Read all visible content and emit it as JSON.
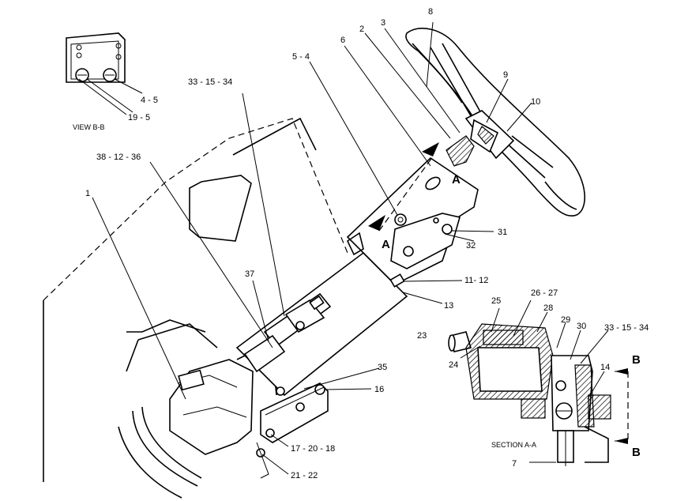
{
  "diagram": {
    "callouts": {
      "c8": "8",
      "c2": "2",
      "c3": "3",
      "c6": "6",
      "c5_4": "5 - 4",
      "c9": "9",
      "c10": "10",
      "c33_15_34_top": "33  - 15 - 34",
      "c4_5": "4 - 5",
      "c19_5": "19 - 5",
      "c38_12_36": "38  - 12 - 36",
      "c1": "1",
      "c31": "31",
      "c32": "32",
      "c11_12": "11- 12",
      "c13": "13",
      "c37": "37",
      "c35": "35",
      "c16": "16",
      "c17_20_18": "17 - 20 - 18",
      "c21_22": "21 - 22",
      "c25": "25",
      "c26_27": "26 - 27",
      "c28": "28",
      "c23": "23",
      "c24": "24",
      "c29": "29",
      "c30": "30",
      "c33_15_34_right": "33 - 15 - 34",
      "c14": "14",
      "c7": "7"
    },
    "view_bb_label": "VIEW  B-B",
    "section_aa_label": "SECTION  A-A",
    "section_marks": {
      "a_left": "A",
      "a_right": "A",
      "b_top": "B",
      "b_bottom": "B"
    }
  }
}
